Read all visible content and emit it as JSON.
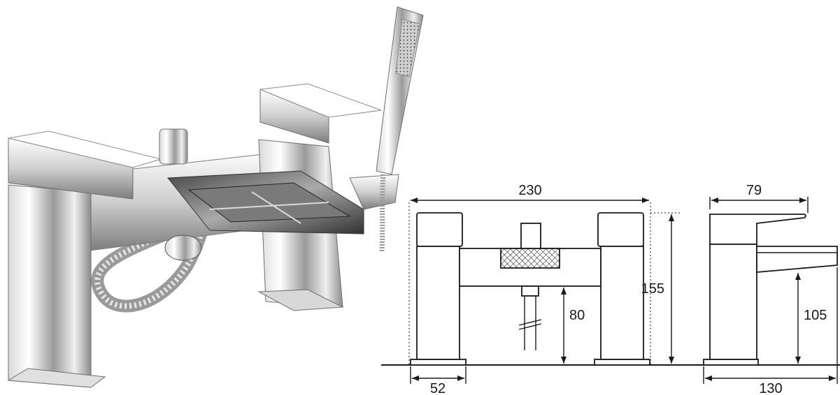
{
  "dimensions": {
    "front_width": "230",
    "front_height": "155",
    "outlet_height": "80",
    "base_width": "52",
    "side_depth_top": "79",
    "side_spout_height": "105",
    "side_depth_base": "130"
  },
  "colors": {
    "line": "#1a1a1a",
    "chrome_light": "#f4f4f4",
    "chrome_mid": "#bdbdbd",
    "chrome_dark": "#5a5a5a"
  }
}
